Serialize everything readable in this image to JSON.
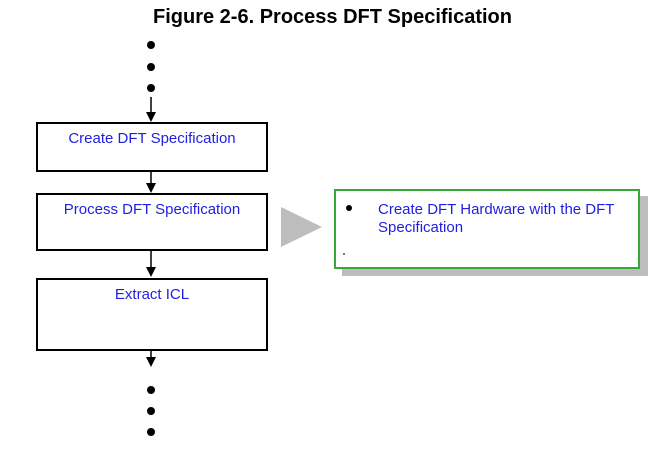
{
  "figure": {
    "title": "Figure 2-6. Process DFT Specification"
  },
  "flow": {
    "steps": [
      {
        "label": "Create DFT Specification"
      },
      {
        "label": "Process DFT Specification"
      },
      {
        "label": "Extract ICL"
      }
    ]
  },
  "callout": {
    "items": [
      {
        "text": "Create DFT Hardware with the DFT Specification"
      }
    ]
  },
  "colors": {
    "step_text": "#1f1fe0",
    "step_border": "#000000",
    "callout_border": "#3aa63a",
    "pointer_arrow": "#bdbdbd"
  }
}
